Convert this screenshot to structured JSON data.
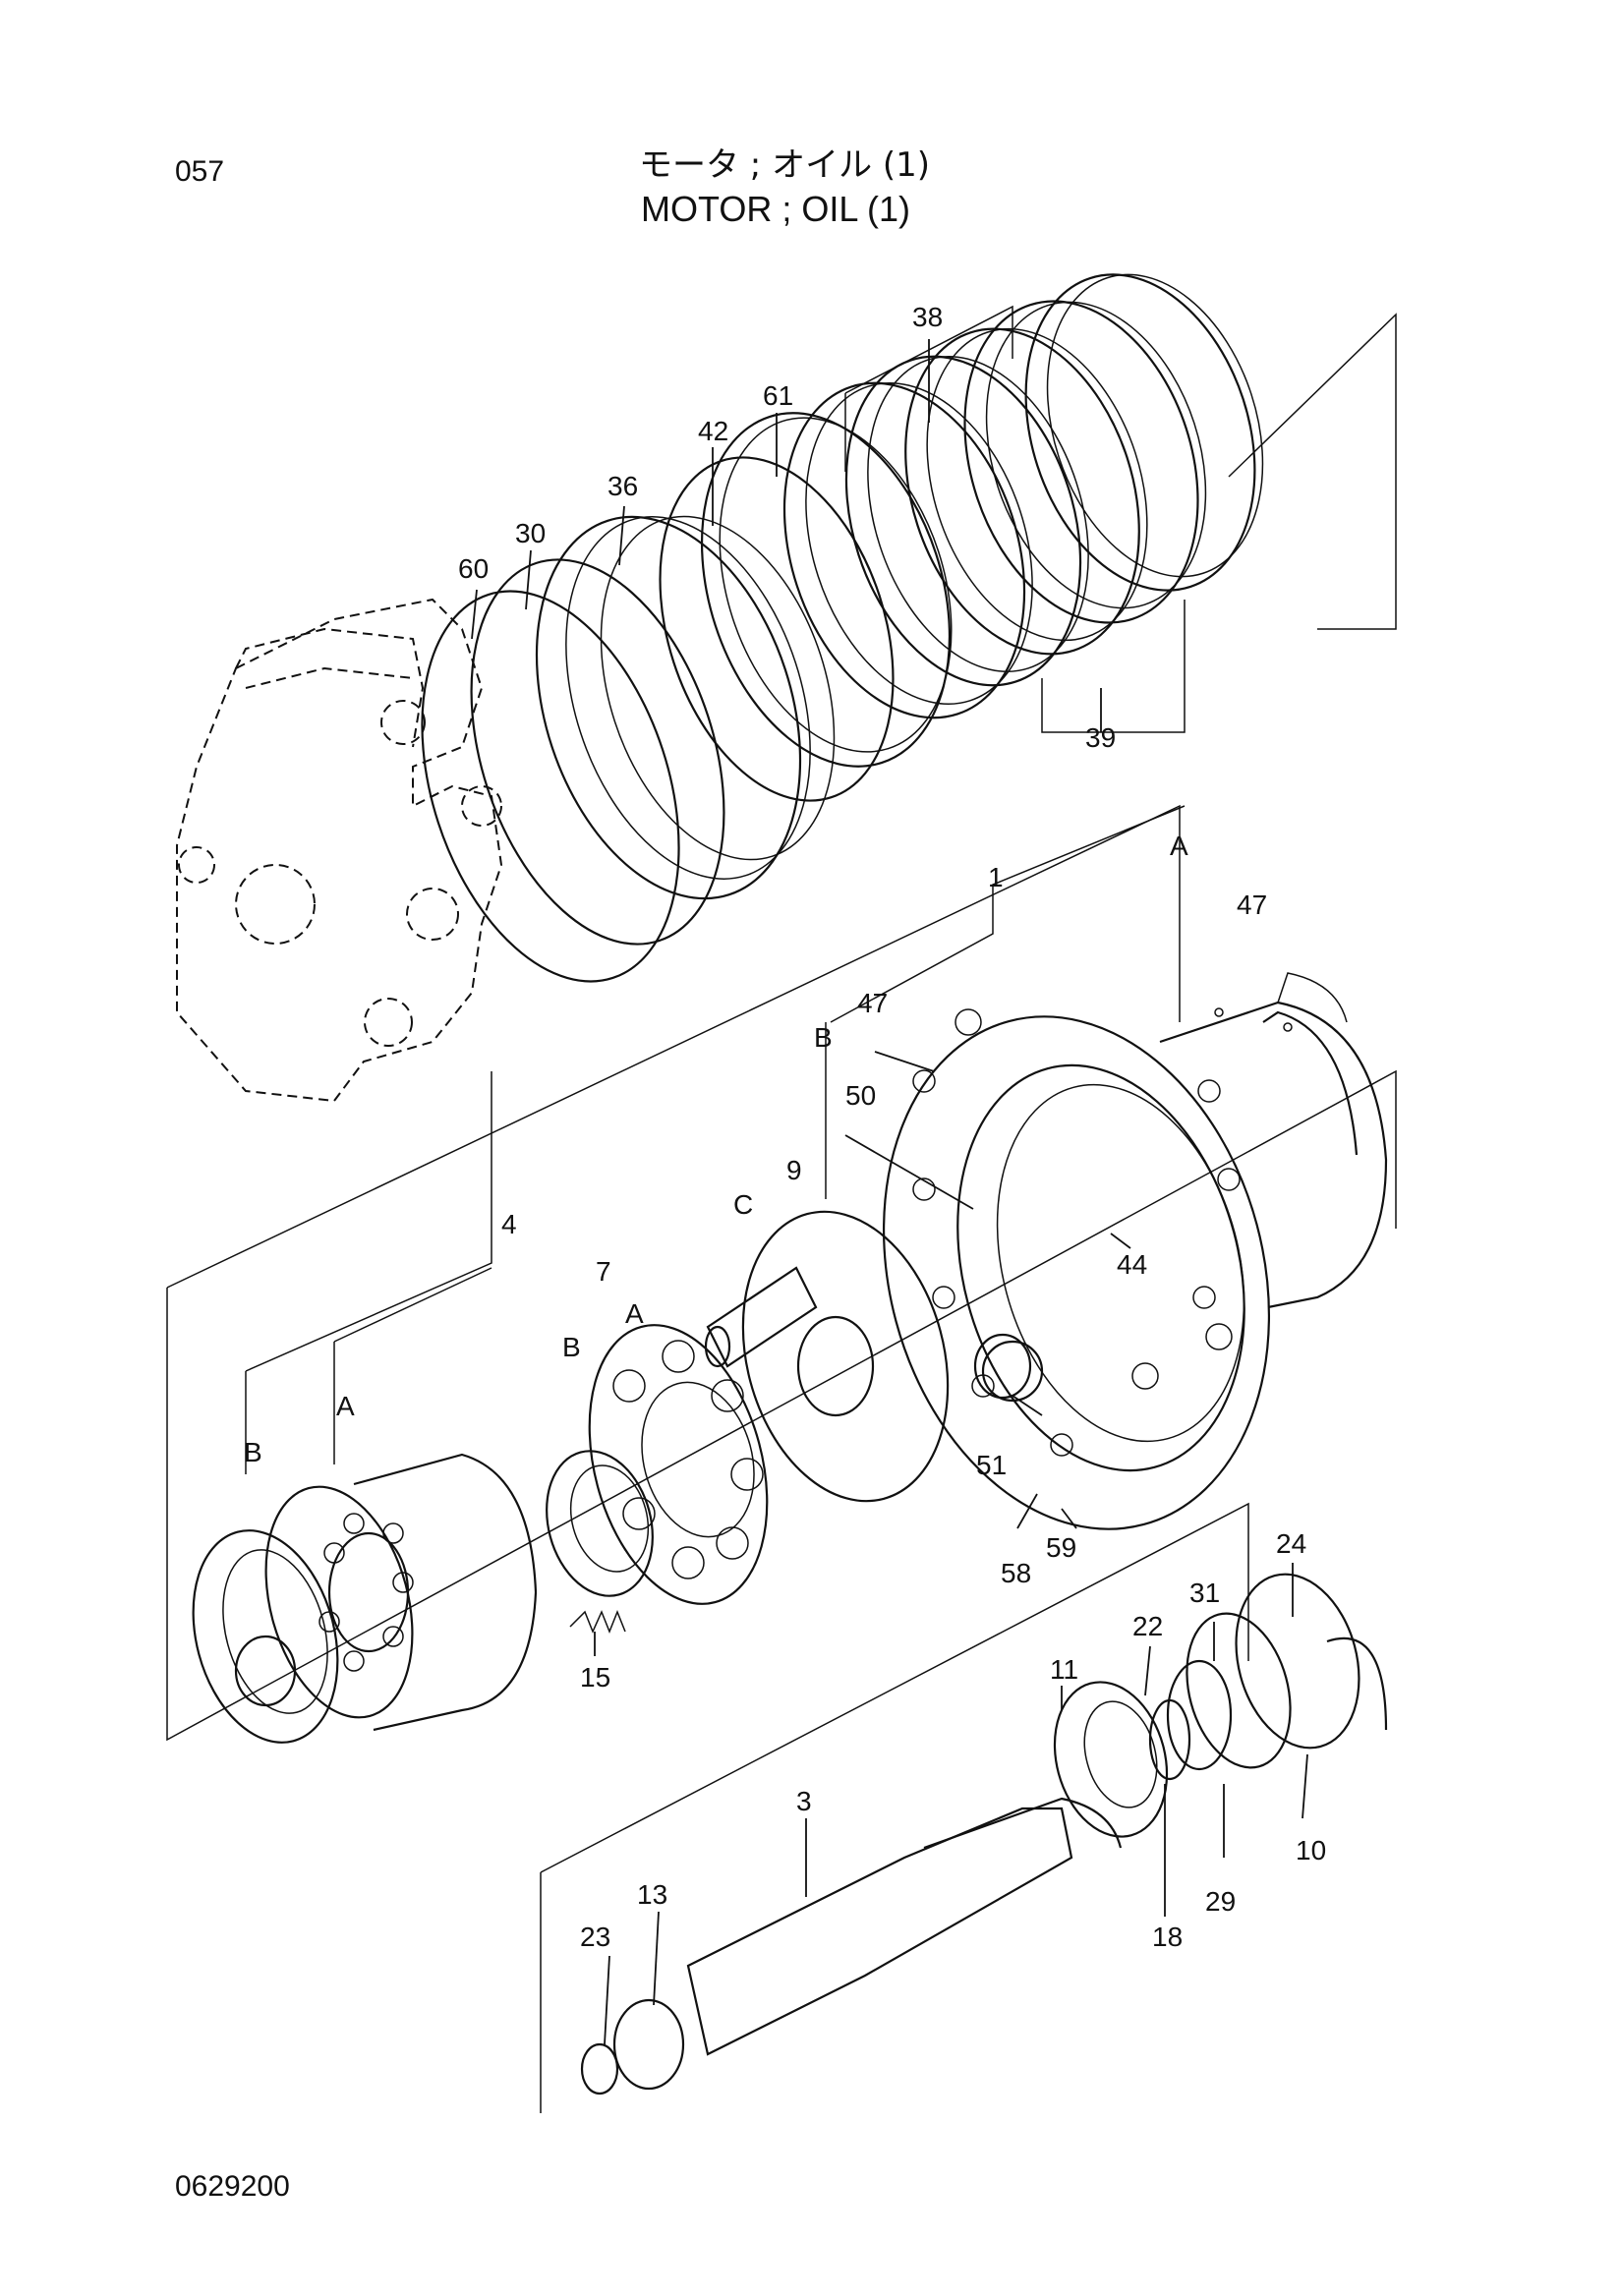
{
  "header": {
    "page_code": "057",
    "title_jp": "モータ ; オイル (1)",
    "title_en": "MOTOR ; OIL (1)"
  },
  "footer": {
    "drawing_code": "0629200"
  },
  "callouts": [
    {
      "id": "c38",
      "label": "38"
    },
    {
      "id": "c61",
      "label": "61"
    },
    {
      "id": "c42",
      "label": "42"
    },
    {
      "id": "c36",
      "label": "36"
    },
    {
      "id": "c30",
      "label": "30"
    },
    {
      "id": "c60",
      "label": "60"
    },
    {
      "id": "c39",
      "label": "39"
    },
    {
      "id": "c1",
      "label": "1"
    },
    {
      "id": "cA1",
      "label": "A"
    },
    {
      "id": "c47a",
      "label": "47"
    },
    {
      "id": "c47b",
      "label": "47"
    },
    {
      "id": "cB1",
      "label": "B"
    },
    {
      "id": "c50",
      "label": "50"
    },
    {
      "id": "c9",
      "label": "9"
    },
    {
      "id": "cC",
      "label": "C"
    },
    {
      "id": "c44",
      "label": "44"
    },
    {
      "id": "c4",
      "label": "4"
    },
    {
      "id": "c7",
      "label": "7"
    },
    {
      "id": "cB2",
      "label": "B"
    },
    {
      "id": "cA2",
      "label": "A"
    },
    {
      "id": "cA3",
      "label": "A"
    },
    {
      "id": "cB3",
      "label": "B"
    },
    {
      "id": "c51",
      "label": "51"
    },
    {
      "id": "c58",
      "label": "58"
    },
    {
      "id": "c59",
      "label": "59"
    },
    {
      "id": "c24",
      "label": "24"
    },
    {
      "id": "c31",
      "label": "31"
    },
    {
      "id": "c22",
      "label": "22"
    },
    {
      "id": "c11",
      "label": "11"
    },
    {
      "id": "c15",
      "label": "15"
    },
    {
      "id": "c10",
      "label": "10"
    },
    {
      "id": "c29",
      "label": "29"
    },
    {
      "id": "c3",
      "label": "3"
    },
    {
      "id": "c18",
      "label": "18"
    },
    {
      "id": "c23",
      "label": "23"
    },
    {
      "id": "c13",
      "label": "13"
    }
  ]
}
